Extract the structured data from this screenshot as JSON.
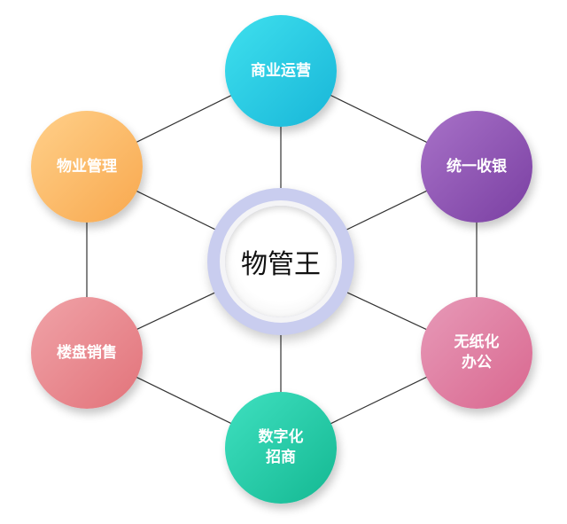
{
  "center": {
    "label": "物管王",
    "ring_color": "#c9cdef"
  },
  "nodes": [
    {
      "label": "商业运营",
      "color_from": "#3fe0ee",
      "color_to": "#18b6d8"
    },
    {
      "label": "统一收银",
      "color_from": "#a872c8",
      "color_to": "#7a3fa2"
    },
    {
      "label": "无纸化\n办公",
      "color_from": "#e79ab8",
      "color_to": "#d9678f"
    },
    {
      "label": "数字化\n招商",
      "color_from": "#3fe0c0",
      "color_to": "#14b892"
    },
    {
      "label": "楼盘销售",
      "color_from": "#f0a3a8",
      "color_to": "#e2737a"
    },
    {
      "label": "物业管理",
      "color_from": "#ffd08a",
      "color_to": "#f8a84e"
    }
  ]
}
